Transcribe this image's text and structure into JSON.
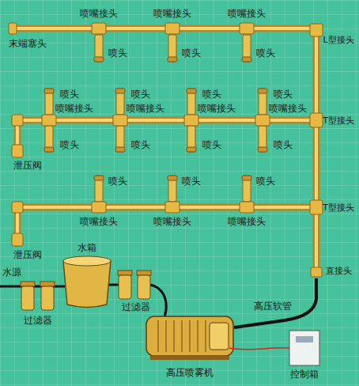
{
  "diagram": {
    "labels": [
      "末端塞头",
      "喷嘴接头",
      "喷嘴接头",
      "喷嘴接头",
      "L型接头",
      "喷头",
      "喷头",
      "喷头",
      "喷头",
      "喷头",
      "喷头",
      "喷头",
      "喷嘴接头",
      "喷嘴接头",
      "喷嘴接头",
      "喷嘴接头",
      "T型接头",
      "喷头",
      "喷头",
      "喷头",
      "喷头",
      "泄压阀",
      "喷头",
      "喷头",
      "喷头",
      "T型接头",
      "喷嘴接头",
      "喷嘴接头",
      "喷嘴接头",
      "泄压阀",
      "水箱",
      "水源",
      "直接头",
      "过滤器",
      "过滤器",
      "高压软管",
      "高压喷雾机",
      "控制箱"
    ]
  }
}
